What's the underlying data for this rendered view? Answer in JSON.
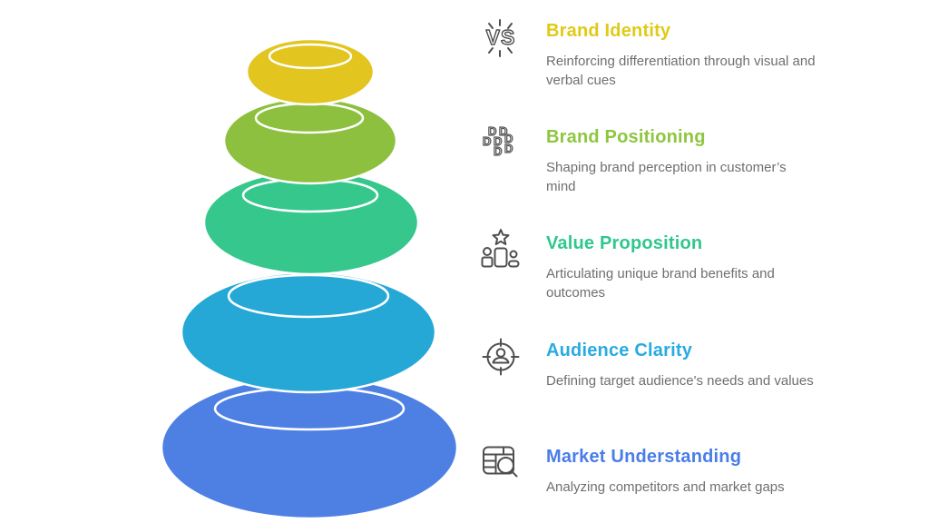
{
  "diagram_type": "stacked-pebble pyramid infographic",
  "stack": {
    "outline_color": "#ffffff",
    "pebbles": [
      {
        "level": "top",
        "color": "#e2c51f"
      },
      {
        "level": "second",
        "color": "#8cc03e"
      },
      {
        "level": "third",
        "color": "#36c78c"
      },
      {
        "level": "fourth",
        "color": "#25a8d5"
      },
      {
        "level": "bottom",
        "color": "#4e80e4"
      }
    ]
  },
  "legend": {
    "icon_color": "#4f4f4f",
    "text_color": "#6f6f6f",
    "items": [
      {
        "title": "Brand Identity",
        "description": "Reinforcing differentiation through visual and verbal cues",
        "color": "#e1ca15",
        "icon": "vs-burst-icon"
      },
      {
        "title": "Brand Positioning",
        "description": "Shaping brand perception in customer’s mind",
        "color": "#8dc63f",
        "icon": "drops-cluster-icon"
      },
      {
        "title": "Value Proposition",
        "description": "Articulating unique brand benefits and outcomes",
        "color": "#2fc78d",
        "icon": "podium-star-icon"
      },
      {
        "title": "Audience Clarity",
        "description": "Defining target audience's needs and values",
        "color": "#29abe2",
        "icon": "target-person-icon"
      },
      {
        "title": "Market Understanding",
        "description": "Analyzing competitors and market gaps",
        "color": "#4a7de9",
        "icon": "table-search-icon"
      }
    ]
  }
}
